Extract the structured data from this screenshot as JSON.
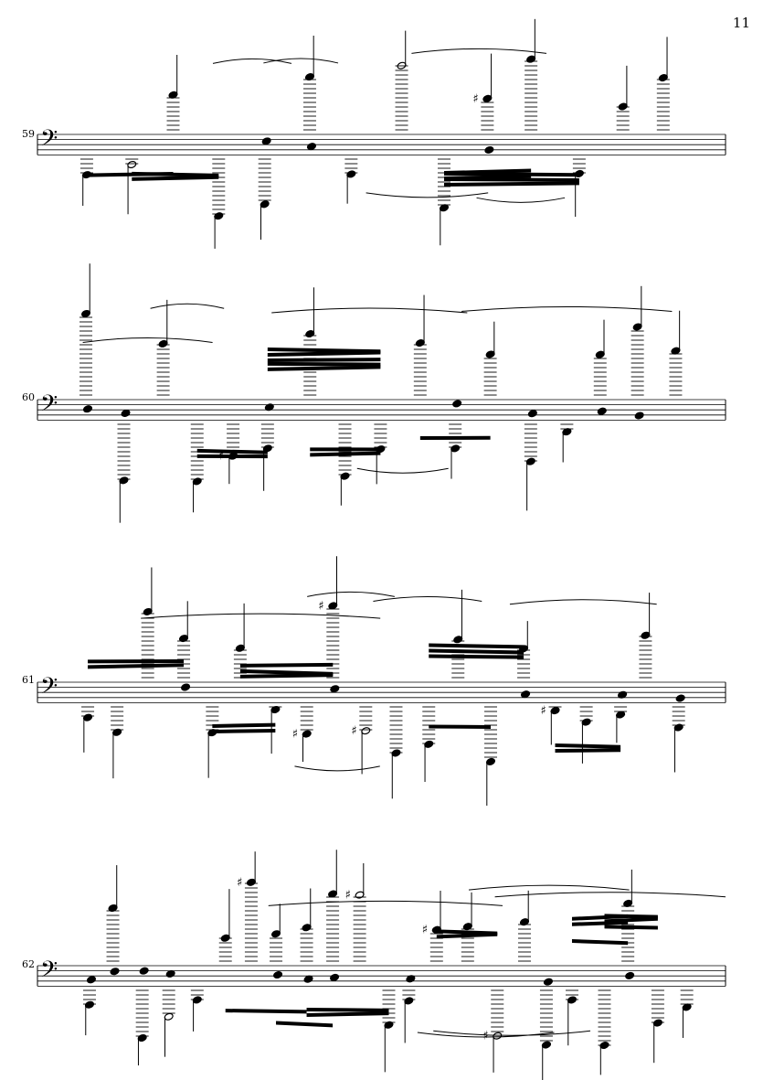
{
  "page_number": "11",
  "clef": "bass-clef",
  "systems": [
    {
      "measure_number": "59"
    },
    {
      "measure_number": "60"
    },
    {
      "measure_number": "61"
    },
    {
      "measure_number": "62"
    }
  ],
  "colors": {
    "ink": "#000000",
    "paper": "#ffffff"
  }
}
